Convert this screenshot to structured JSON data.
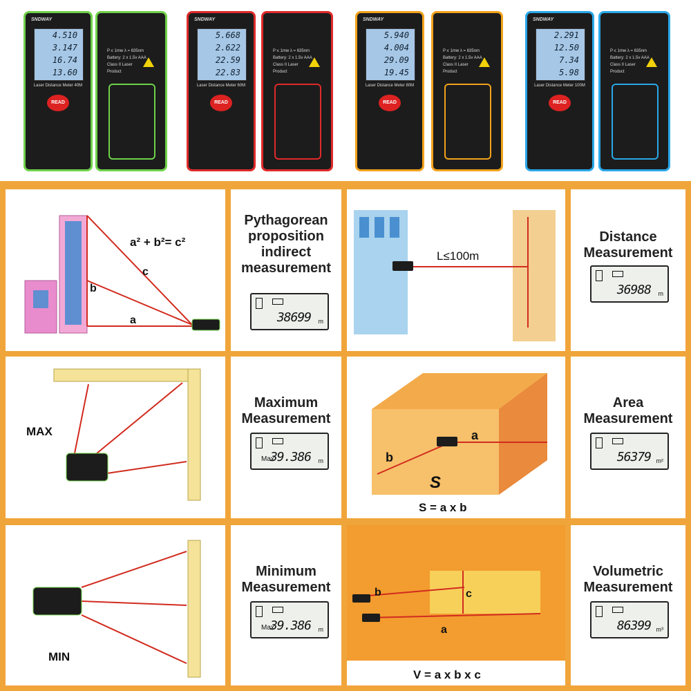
{
  "devices": [
    {
      "brand": "SNDWAY",
      "model": "Laser Distance Meter 40M",
      "accent": "#6fd14a",
      "readings": [
        "4.510",
        "3.147",
        "16.74",
        "13.60"
      ]
    },
    {
      "brand": "SNDWAY",
      "model": "Laser Distance Meter 60M",
      "accent": "#e02a2a",
      "readings": [
        "5.668",
        "2.622",
        "22.59",
        "22.83"
      ]
    },
    {
      "brand": "SNDWAY",
      "model": "Laser Distance Meter 80M",
      "accent": "#f2a21c",
      "readings": [
        "5.940",
        "4.004",
        "29.09",
        "19.45"
      ]
    },
    {
      "brand": "SNDWAY",
      "model": "Laser Distance Meter 100M",
      "accent": "#2aa8e8",
      "readings": [
        "2.291",
        "12.50",
        "7.34",
        "5.98"
      ]
    }
  ],
  "back_spec": [
    "P ≤ 1mw   λ = 635nm",
    "Battery: 2 x 1.5v AAA",
    "Class II Laser",
    "Product"
  ],
  "read_label": "READ",
  "panels": {
    "pythagorean": {
      "formula": "a² + b²= c²",
      "a": "a",
      "b": "b",
      "c": "c",
      "title": [
        "Pythagorean",
        "proposition",
        "indirect",
        "measurement"
      ],
      "lcd": "38699",
      "unit": "m"
    },
    "distance": {
      "label": "L≤100m",
      "title": [
        "Distance",
        "Measurement"
      ],
      "lcd": "36988",
      "unit": "m"
    },
    "maximum": {
      "label": "MAX",
      "title": [
        "Maximum",
        "Measurement"
      ],
      "lcd_prefix": "Max",
      "lcd": "39.386",
      "unit": "m"
    },
    "area": {
      "a": "a",
      "b": "b",
      "s": "S",
      "formula": "S = a x b",
      "title": [
        "Area",
        "Measurement"
      ],
      "lcd": "56379",
      "unit": "m²"
    },
    "minimum": {
      "label": "MIN",
      "title": [
        "Minimum",
        "Measurement"
      ],
      "lcd_prefix": "Max",
      "lcd": "39.386",
      "unit": "m"
    },
    "volume": {
      "a": "a",
      "b": "b",
      "c": "c",
      "formula": "V = a x b x c",
      "title": [
        "Volumetric",
        "Measurement"
      ],
      "lcd": "86399",
      "unit": "m³"
    }
  }
}
